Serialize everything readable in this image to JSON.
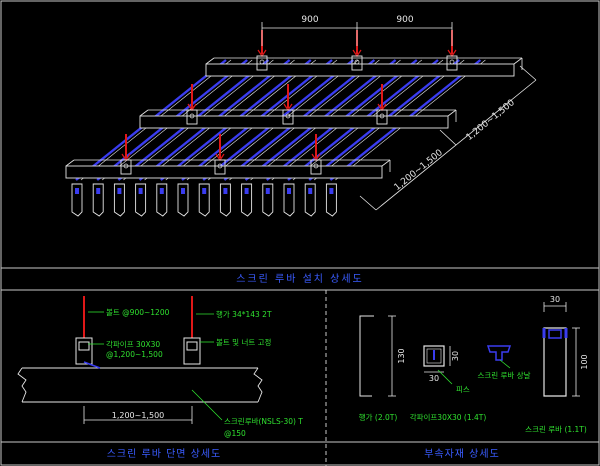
{
  "colors": {
    "background": "#000000",
    "frame": "#c8c8c8",
    "line": "#e6e6e6",
    "louver": "#3a3cf0",
    "bolt": "#e01818",
    "annotation": "#2fe02f",
    "title": "#3a5cff",
    "dimension": "#e8e8e8"
  },
  "top_view": {
    "dims": {
      "spacing_a": "900",
      "spacing_b": "900",
      "span_1": "1,200~1,500",
      "span_2": "1,200~1,500"
    },
    "title": "스크린 루바 설치 상세도"
  },
  "section_view": {
    "labels": {
      "bolt": "볼트 @900~1200",
      "hanger": "행가 34*143 2T",
      "pipe": "각파이프 30X30",
      "pipe_spacing": "@1,200~1,500",
      "bolt_nut": "볼트 및 너트 고정",
      "louver_note": "스크린루바(NSLS-30) T",
      "louver_pitch": "@150",
      "span": "1,200~1,500"
    },
    "title": "스크린 루바 단면 상세도"
  },
  "parts_view": {
    "hanger": {
      "dim": "130",
      "caption": "행가 (2.0T)"
    },
    "pipe": {
      "dim_v": "30",
      "dim_h": "30",
      "pin": "피스",
      "caption": "각파이프30X30 (1.4T)"
    },
    "louver_lip": "스크린 루바 상날",
    "louver": {
      "dim_top": "30",
      "dim_v": "100",
      "caption": "스크린 루바 (1.1T)"
    },
    "title": "부속자재 상세도"
  }
}
